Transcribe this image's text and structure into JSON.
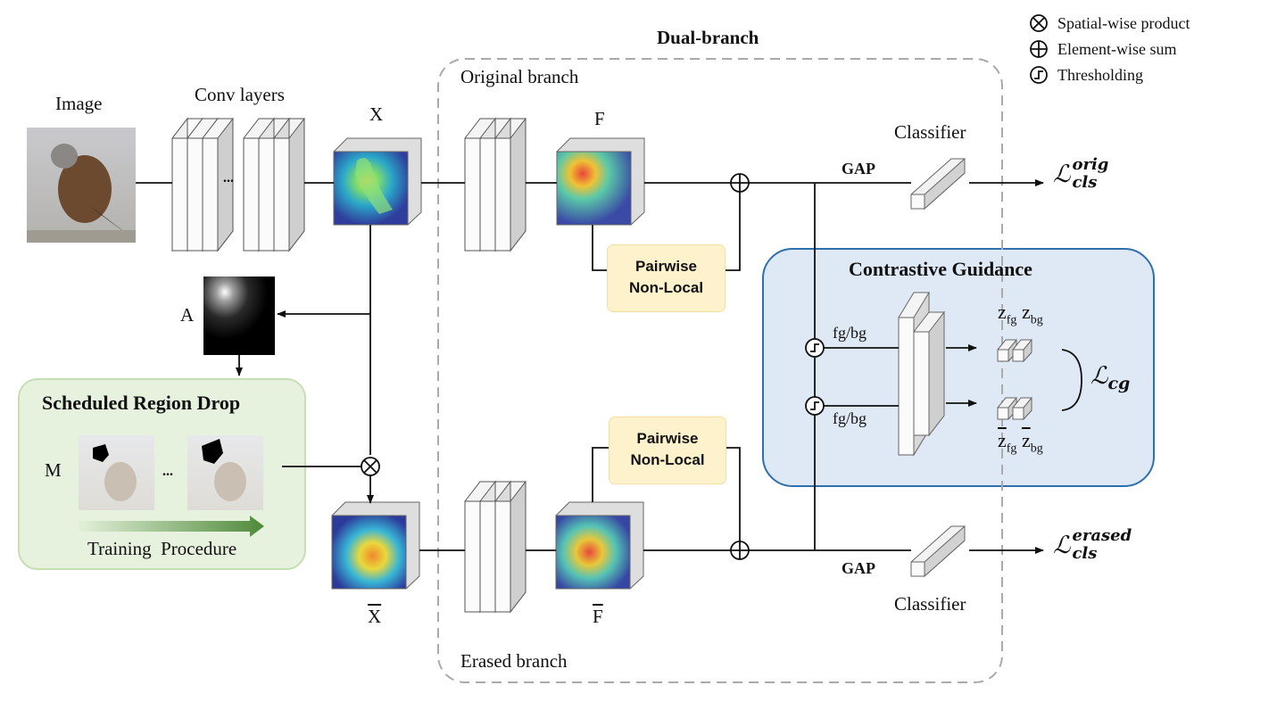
{
  "title": "Dual-branch",
  "legend": [
    {
      "icon": "spatial-product-icon",
      "label": "Spatial-wise product"
    },
    {
      "icon": "element-sum-icon",
      "label": "Element-wise sum"
    },
    {
      "icon": "thresholding-icon",
      "label": "Thresholding"
    }
  ],
  "labels": {
    "image": "Image",
    "conv_layers": "Conv layers",
    "ellipsis": "...",
    "x": "X",
    "x_bar": "X",
    "f": "F",
    "f_bar": "F",
    "a": "A",
    "m": "M",
    "original_branch": "Original branch",
    "erased_branch": "Erased branch",
    "classifier_top": "Classifier",
    "classifier_bottom": "Classifier",
    "gap_top": "GAP",
    "gap_bottom": "GAP",
    "fg_bg_top": "fg/bg",
    "fg_bg_bottom": "fg/bg"
  },
  "pairwise_nonlocal": {
    "top_line1": "Pairwise",
    "top_line2": "Non-Local",
    "bottom_line1": "Pairwise",
    "bottom_line2": "Non-Local"
  },
  "contrastive_guidance": {
    "title": "Contrastive Guidance",
    "z_fg_base": "z",
    "z_fg_sub": "fg",
    "z_bg_base": "z",
    "z_bg_sub": "bg",
    "zbar_fg_base": "z",
    "zbar_fg_sub": "fg",
    "zbar_bg_base": "z",
    "zbar_bg_sub": "bg",
    "loss_base": "ℒ",
    "loss_sub": "cg"
  },
  "scheduled_region_drop": {
    "title": "Scheduled Region Drop",
    "ellipsis": "...",
    "progress_label": "Training  Procedure"
  },
  "losses": {
    "orig_base": "ℒ",
    "orig_sup": "orig",
    "orig_sub": "cls",
    "erased_base": "ℒ",
    "erased_sup": "erased",
    "erased_sub": "cls"
  },
  "colors": {
    "arrow": "#111111",
    "dashed_border": "#aaaaaa",
    "cg_fill": "#dfe9f5",
    "cg_border": "#2e6fae",
    "srd_fill": "#e6f2de",
    "srd_border": "#c5dfb3",
    "nonlocal_fill": "#fdf2cc",
    "progress_arrow": "#5e9447"
  }
}
